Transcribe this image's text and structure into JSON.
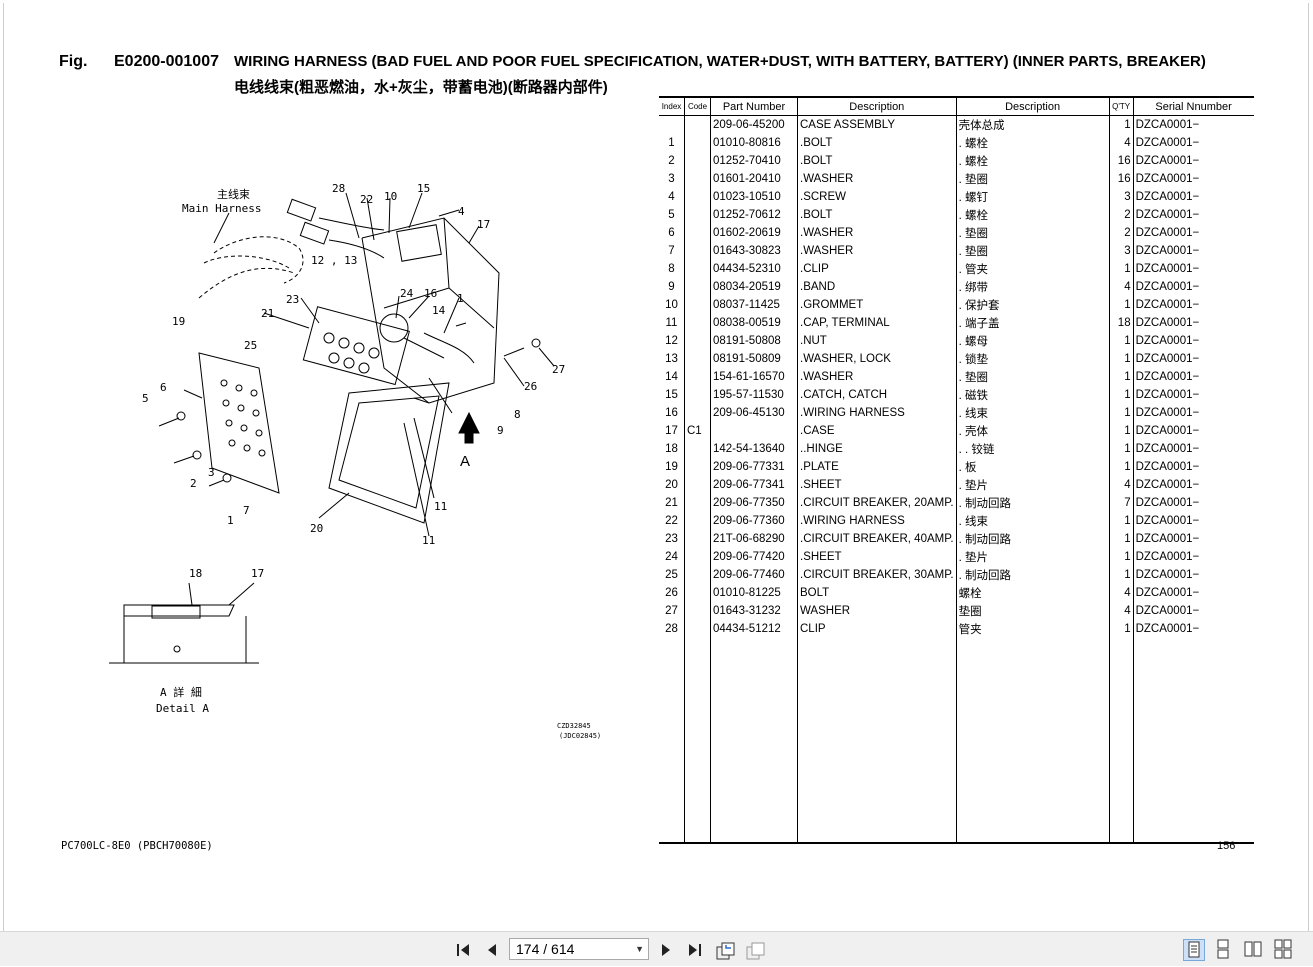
{
  "figure": {
    "fig_label": "Fig.",
    "fig_code": "E0200-001007",
    "title_en": "WIRING HARNESS (BAD FUEL AND POOR FUEL SPECIFICATION, WATER+DUST, WITH BATTERY, BATTERY) (INNER PARTS, BREAKER)",
    "title_cn": "电线线束(粗恶燃油，水+灰尘，带蓄电池)(断路器内部件)"
  },
  "diagram": {
    "main_harness_cn": "主线束",
    "main_harness_en": "Main Harness",
    "detail_cn": "A 詳 細",
    "detail_en": "Detail A",
    "view_letter": "A",
    "ref_code_1": "CZD32845",
    "ref_code_2": "(JDC02845)",
    "callouts": [
      "28",
      "22",
      "10",
      "15",
      "4",
      "17",
      "12 , 13",
      "23",
      "24",
      "16",
      "1",
      "14",
      "19",
      "21",
      "25",
      "6",
      "5",
      "3",
      "2",
      "7",
      "1",
      "26",
      "27",
      "8",
      "9",
      "11",
      "11",
      "20",
      "18",
      "17"
    ]
  },
  "table": {
    "headers": [
      "Index",
      "Code",
      "Part Number",
      "Description",
      "Description",
      "Q'TY",
      "Serial Nnumber"
    ],
    "rows": [
      {
        "index": "",
        "code": "",
        "part": "209-06-45200",
        "desc_en": "CASE ASSEMBLY",
        "desc_cn": "壳体总成",
        "qty": "1",
        "serial": "DZCA0001−"
      },
      {
        "index": "1",
        "code": "",
        "part": "01010-80816",
        "desc_en": ".BOLT",
        "desc_cn": ". 螺栓",
        "qty": "4",
        "serial": "DZCA0001−"
      },
      {
        "index": "2",
        "code": "",
        "part": "01252-70410",
        "desc_en": ".BOLT",
        "desc_cn": ". 螺栓",
        "qty": "16",
        "serial": "DZCA0001−"
      },
      {
        "index": "3",
        "code": "",
        "part": "01601-20410",
        "desc_en": ".WASHER",
        "desc_cn": ". 垫圈",
        "qty": "16",
        "serial": "DZCA0001−"
      },
      {
        "index": "4",
        "code": "",
        "part": "01023-10510",
        "desc_en": ".SCREW",
        "desc_cn": ". 螺钉",
        "qty": "3",
        "serial": "DZCA0001−"
      },
      {
        "index": "5",
        "code": "",
        "part": "01252-70612",
        "desc_en": ".BOLT",
        "desc_cn": ". 螺栓",
        "qty": "2",
        "serial": "DZCA0001−"
      },
      {
        "index": "6",
        "code": "",
        "part": "01602-20619",
        "desc_en": ".WASHER",
        "desc_cn": ". 垫圈",
        "qty": "2",
        "serial": "DZCA0001−"
      },
      {
        "index": "7",
        "code": "",
        "part": "01643-30823",
        "desc_en": ".WASHER",
        "desc_cn": ". 垫圈",
        "qty": "3",
        "serial": "DZCA0001−"
      },
      {
        "index": "8",
        "code": "",
        "part": "04434-52310",
        "desc_en": ".CLIP",
        "desc_cn": ". 管夹",
        "qty": "1",
        "serial": "DZCA0001−"
      },
      {
        "index": "9",
        "code": "",
        "part": "08034-20519",
        "desc_en": ".BAND",
        "desc_cn": ". 绑带",
        "qty": "4",
        "serial": "DZCA0001−"
      },
      {
        "index": "10",
        "code": "",
        "part": "08037-11425",
        "desc_en": ".GROMMET",
        "desc_cn": ". 保护套",
        "qty": "1",
        "serial": "DZCA0001−"
      },
      {
        "index": "11",
        "code": "",
        "part": "08038-00519",
        "desc_en": ".CAP, TERMINAL",
        "desc_cn": ". 端子盖",
        "qty": "18",
        "serial": "DZCA0001−"
      },
      {
        "index": "12",
        "code": "",
        "part": "08191-50808",
        "desc_en": ".NUT",
        "desc_cn": ". 螺母",
        "qty": "1",
        "serial": "DZCA0001−"
      },
      {
        "index": "13",
        "code": "",
        "part": "08191-50809",
        "desc_en": ".WASHER, LOCK",
        "desc_cn": ". 锁垫",
        "qty": "1",
        "serial": "DZCA0001−"
      },
      {
        "index": "14",
        "code": "",
        "part": "154-61-16570",
        "desc_en": ".WASHER",
        "desc_cn": ". 垫圈",
        "qty": "1",
        "serial": "DZCA0001−"
      },
      {
        "index": "15",
        "code": "",
        "part": "195-57-11530",
        "desc_en": ".CATCH, CATCH",
        "desc_cn": ". 磁铁",
        "qty": "1",
        "serial": "DZCA0001−"
      },
      {
        "index": "16",
        "code": "",
        "part": "209-06-45130",
        "desc_en": ".WIRING HARNESS",
        "desc_cn": ". 线束",
        "qty": "1",
        "serial": "DZCA0001−"
      },
      {
        "index": "17",
        "code": "C1",
        "part": "",
        "desc_en": ".CASE",
        "desc_cn": ". 壳体",
        "qty": "1",
        "serial": "DZCA0001−"
      },
      {
        "index": "18",
        "code": "",
        "part": "142-54-13640",
        "desc_en": "..HINGE",
        "desc_cn": ". . 铰链",
        "qty": "1",
        "serial": "DZCA0001−"
      },
      {
        "index": "19",
        "code": "",
        "part": "209-06-77331",
        "desc_en": ".PLATE",
        "desc_cn": ". 板",
        "qty": "1",
        "serial": "DZCA0001−"
      },
      {
        "index": "20",
        "code": "",
        "part": "209-06-77341",
        "desc_en": ".SHEET",
        "desc_cn": ". 垫片",
        "qty": "4",
        "serial": "DZCA0001−"
      },
      {
        "index": "21",
        "code": "",
        "part": "209-06-77350",
        "desc_en": ".CIRCUIT BREAKER, 20AMP.",
        "desc_cn": ". 制动回路",
        "qty": "7",
        "serial": "DZCA0001−"
      },
      {
        "index": "22",
        "code": "",
        "part": "209-06-77360",
        "desc_en": ".WIRING HARNESS",
        "desc_cn": ". 线束",
        "qty": "1",
        "serial": "DZCA0001−"
      },
      {
        "index": "23",
        "code": "",
        "part": "21T-06-68290",
        "desc_en": ".CIRCUIT BREAKER, 40AMP.",
        "desc_cn": ". 制动回路",
        "qty": "1",
        "serial": "DZCA0001−"
      },
      {
        "index": "24",
        "code": "",
        "part": "209-06-77420",
        "desc_en": ".SHEET",
        "desc_cn": ". 垫片",
        "qty": "1",
        "serial": "DZCA0001−"
      },
      {
        "index": "25",
        "code": "",
        "part": "209-06-77460",
        "desc_en": ".CIRCUIT BREAKER, 30AMP.",
        "desc_cn": ". 制动回路",
        "qty": "1",
        "serial": "DZCA0001−"
      },
      {
        "index": "26",
        "code": "",
        "part": "01010-81225",
        "desc_en": "BOLT",
        "desc_cn": "螺栓",
        "qty": "4",
        "serial": "DZCA0001−"
      },
      {
        "index": "27",
        "code": "",
        "part": "01643-31232",
        "desc_en": "WASHER",
        "desc_cn": "垫圈",
        "qty": "4",
        "serial": "DZCA0001−"
      },
      {
        "index": "28",
        "code": "",
        "part": "04434-51212",
        "desc_en": "CLIP",
        "desc_cn": "管夹",
        "qty": "1",
        "serial": "DZCA0001−"
      }
    ]
  },
  "footer": {
    "model": "PC700LC-8E0  (PBCH70080E)",
    "page_number": "156"
  },
  "viewer": {
    "page_indicator": "174 / 614",
    "icons": [
      "first-page-icon",
      "prev-page-icon",
      "next-page-icon",
      "last-page-icon",
      "go-back-icon",
      "go-forward-icon",
      "single-page-view-icon",
      "continuous-view-icon",
      "facing-view-icon",
      "continuous-facing-view-icon"
    ]
  }
}
